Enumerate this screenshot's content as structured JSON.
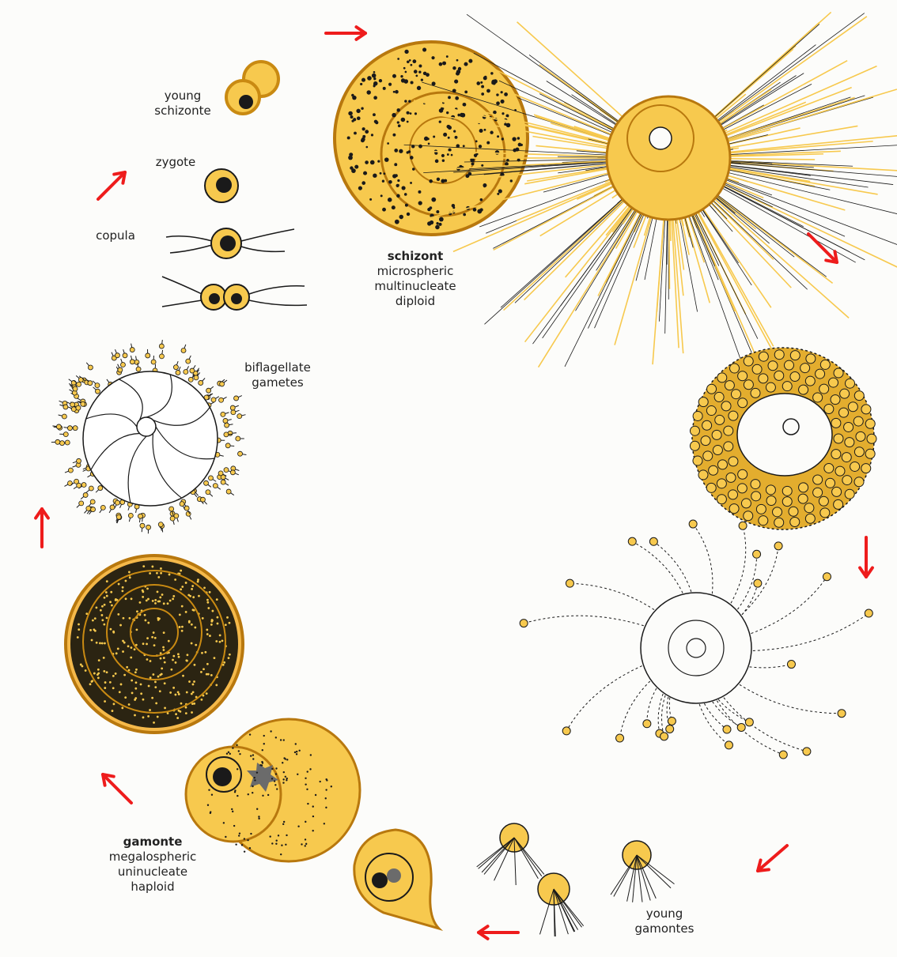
{
  "labels": {
    "young_schizonte": [
      "young",
      "schizonte"
    ],
    "zygote": "zygote",
    "copula": "copula",
    "schizont": {
      "title": "schizont",
      "lines": [
        "microspheric",
        "multinucleate",
        "diploid"
      ]
    },
    "biflagellate_gametes": [
      "biflagellate",
      "gametes"
    ],
    "gamonte": {
      "title": "gamonte",
      "lines": [
        "megalospheric",
        "uninucleate",
        "haploid"
      ]
    },
    "young_gamontes": [
      "young",
      "gamontes"
    ]
  },
  "colors": {
    "cell_fill": "#f7c94e",
    "cell_dark": "#c98a12",
    "ink": "#1a1a1a",
    "arrow": "#ee1c1c",
    "nucleus_gray": "#6b6b6b",
    "background": "#fcfcfa"
  }
}
